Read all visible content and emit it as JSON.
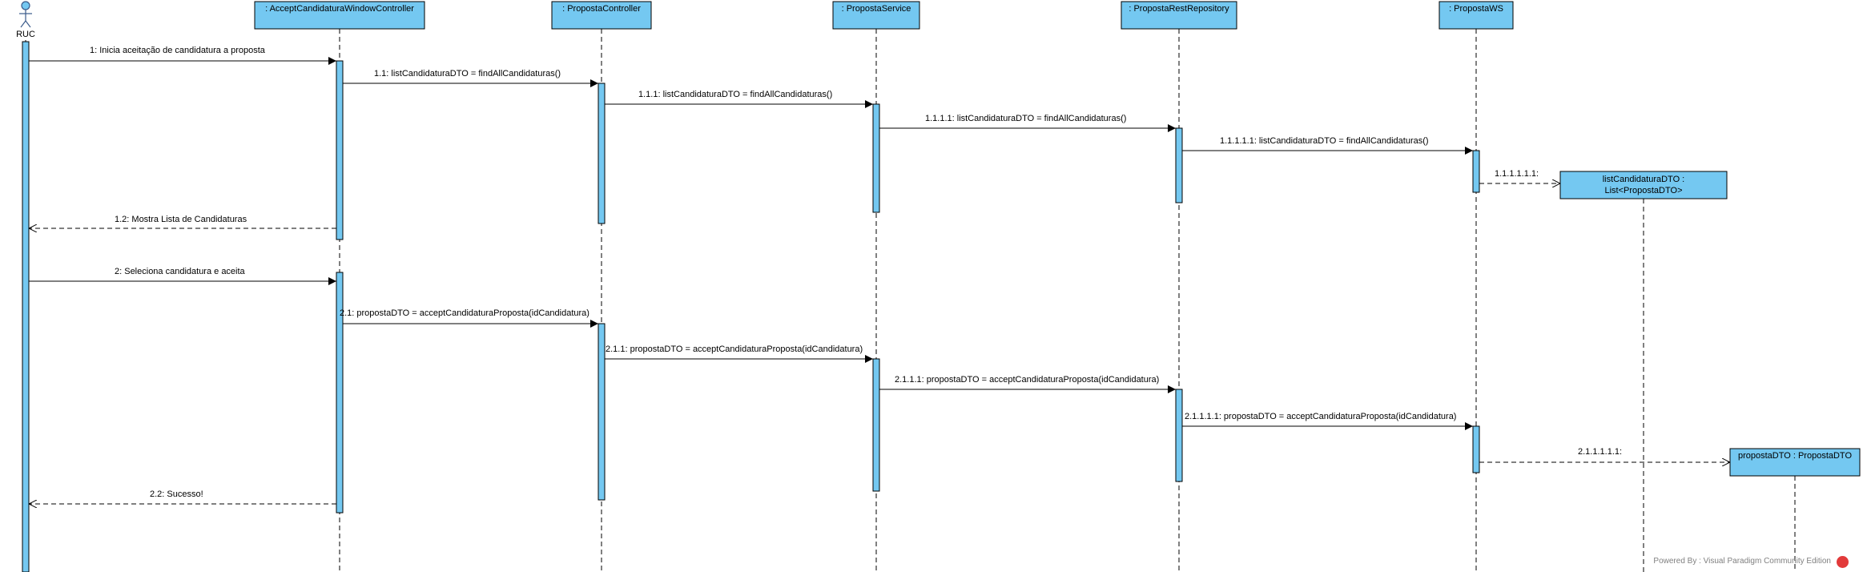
{
  "actor": {
    "label": "RUC"
  },
  "lifelines": [
    {
      "id": "awc",
      "label": ": AcceptCandidaturaWindowController"
    },
    {
      "id": "pc",
      "label": ": PropostaController"
    },
    {
      "id": "ps",
      "label": ": PropostaService"
    },
    {
      "id": "prr",
      "label": ": PropostaRestRepository"
    },
    {
      "id": "pws",
      "label": ": PropostaWS"
    }
  ],
  "created_objects": [
    {
      "id": "listdto",
      "lines": [
        "listCandidaturaDTO :",
        "List<PropostaDTO>"
      ]
    },
    {
      "id": "propdto",
      "lines": [
        "propostaDTO : PropostaDTO"
      ]
    }
  ],
  "messages": [
    {
      "label": "1: Inicia aceitação de candidatura a proposta"
    },
    {
      "label": "1.1: listCandidaturaDTO = findAllCandidaturas()"
    },
    {
      "label": "1.1.1: listCandidaturaDTO = findAllCandidaturas()"
    },
    {
      "label": "1.1.1.1: listCandidaturaDTO = findAllCandidaturas()"
    },
    {
      "label": "1.1.1.1.1: listCandidaturaDTO = findAllCandidaturas()"
    },
    {
      "label": "1.1.1.1.1.1:"
    },
    {
      "label": "1.2: Mostra Lista de Candidaturas"
    },
    {
      "label": "2: Seleciona candidatura e aceita"
    },
    {
      "label": "2.1: propostaDTO = acceptCandidaturaProposta(idCandidatura)"
    },
    {
      "label": "2.1.1: propostaDTO = acceptCandidaturaProposta(idCandidatura)"
    },
    {
      "label": "2.1.1.1: propostaDTO = acceptCandidaturaProposta(idCandidatura)"
    },
    {
      "label": "2.1.1.1.1: propostaDTO = acceptCandidaturaProposta(idCandidatura)"
    },
    {
      "label": "2.1.1.1.1.1:"
    },
    {
      "label": "2.2: Sucesso!"
    }
  ],
  "watermark": {
    "text": "Powered By : Visual Paradigm Community Edition"
  },
  "colors": {
    "box_fill": "#74c8f1",
    "activation_fill": "#74c8f1",
    "line": "#000000",
    "watermark_logo": "#e23a3a"
  }
}
